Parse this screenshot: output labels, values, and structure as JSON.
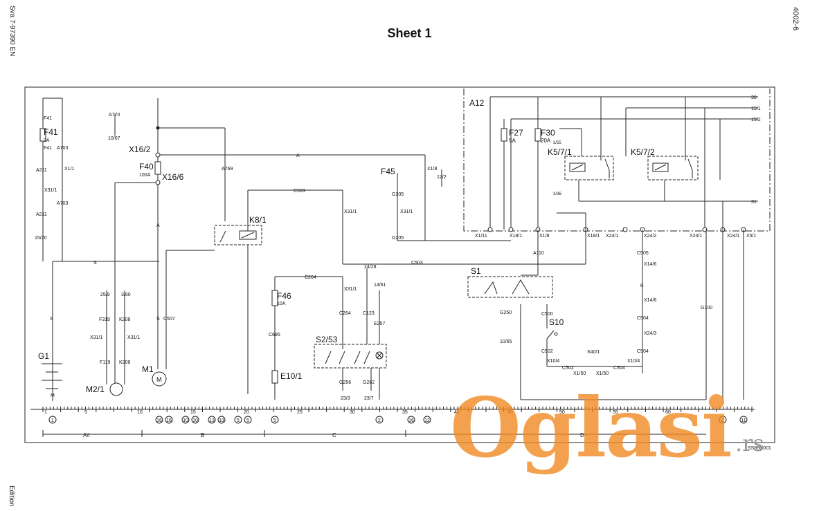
{
  "page": {
    "title": "Sheet 1",
    "doc_ref_left": "Sva 7-97390 EN",
    "doc_ref_right": "4002-6",
    "edition": "Edition",
    "diagram_id": "SS99D001"
  },
  "components": {
    "A12": "A12",
    "F27": "F27",
    "F27_val": "5A",
    "F30": "F30",
    "F30_val": "20A",
    "K571": "K5/7/1",
    "K572": "K5/7/2",
    "F41": "F41",
    "F41_val": "3A",
    "F40": "F40",
    "F40_val": "100A",
    "X162": "X16/2",
    "X166": "X16/6",
    "K81": "K8/1",
    "F45": "F45",
    "S1": "S1",
    "S10": "S10",
    "S253": "S2/53",
    "F46": "F46",
    "F46_val": "10A",
    "E101": "E10/1",
    "G1": "G1",
    "M1": "M1",
    "M21": "M2/1"
  },
  "wires": {
    "A770": "A770",
    "A703": "A703",
    "A211": "A211",
    "A769": "A769",
    "A": "A",
    "C503": "C503",
    "C264": "C264",
    "C695": "C695",
    "G205": "G205",
    "A110": "A110",
    "C505": "C505",
    "C504": "C504",
    "G100": "G100",
    "C500": "C500",
    "C502": "C502",
    "G250": "G250",
    "G256": "G256",
    "G262": "G262",
    "E257": "E257",
    "C123": "C123",
    "C507": "C507",
    "F319": "F319",
    "K208": "K208",
    "F119": "F119",
    "S": "S",
    "K": "K",
    "M": "M"
  },
  "connectors": {
    "X11": "X1/1",
    "X311": "X31/1",
    "X18": "X1/8",
    "X111": "X1/11",
    "X181": "X18/1",
    "X241": "X24/1",
    "X242": "X24/2",
    "X243": "X24/3",
    "X51": "X5/1",
    "X146": "X14/6",
    "X104": "X10/4",
    "X150": "X1/50",
    "S401": "S40/1"
  },
  "refs": {
    "r10_67": "10/67",
    "r15_20": "15/20",
    "r12_2": "12/2",
    "r3_55": "3/55",
    "r3_36": "3/36",
    "r24_28": "24/28",
    "r14_61": "14/61",
    "r25_9": "25/9",
    "r3_60": "3/60",
    "r10_65": "10/65",
    "r23_3": "23/3",
    "r23_7": "23/7",
    "bus30": "30",
    "bus151": "15/1",
    "bus152": "15/2",
    "bus31": "31"
  },
  "scale": {
    "ticks": [
      "1",
      "5",
      "10",
      "15",
      "20",
      "25",
      "30",
      "35",
      "40",
      "45",
      "50",
      "55",
      "60"
    ],
    "ground_refs": [
      "1",
      "16",
      "16",
      "10",
      "10",
      "13",
      "13",
      "5",
      "5",
      "5",
      "2",
      "16",
      "12",
      "2",
      "11"
    ],
    "zones": [
      "A#",
      "B",
      "C",
      "D"
    ]
  },
  "watermark": {
    "text": "Oglasi",
    "suffix": ".rs"
  }
}
